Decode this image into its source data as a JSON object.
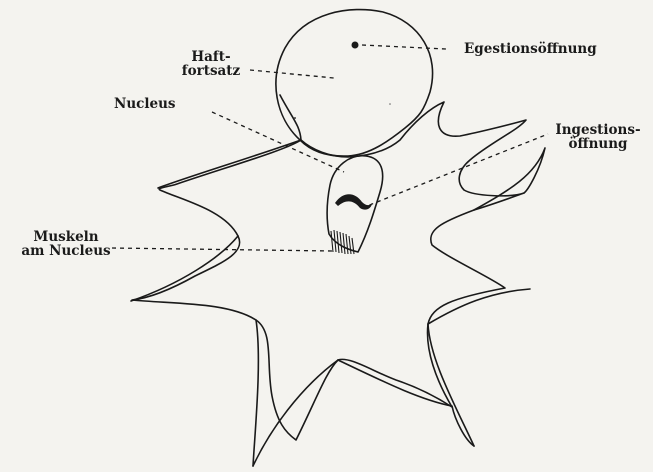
{
  "labels": {
    "egestion": "Egestionsöffnung",
    "haft_1": "Haft-",
    "haft_2": "fortsatz",
    "nucleus": "Nucleus",
    "ingestion_1": "Ingestions-",
    "ingestion_2": "öffnung",
    "muskeln_1": "Muskeln",
    "muskeln_2": "am Nucleus"
  }
}
